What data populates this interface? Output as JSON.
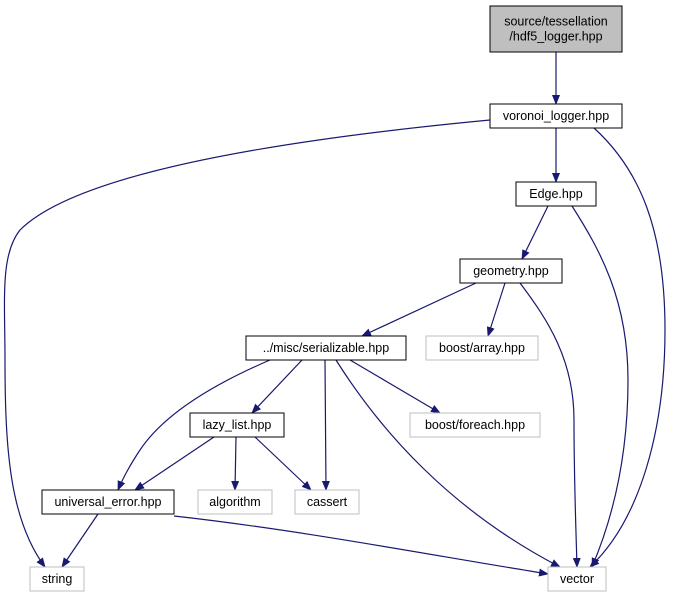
{
  "colors": {
    "edge": "#191970",
    "root_fill": "#bfbfbf",
    "root_stroke": "#000000",
    "local_stroke": "#000000",
    "external_stroke": "#bfbfbf",
    "background": "#ffffff"
  },
  "nodes": [
    {
      "id": "root",
      "kind": "root",
      "lines": [
        "source/tessellation",
        "/hdf5_logger.hpp"
      ]
    },
    {
      "id": "voronoi_logger",
      "kind": "local",
      "lines": [
        "voronoi_logger.hpp"
      ]
    },
    {
      "id": "edge",
      "kind": "local",
      "lines": [
        "Edge.hpp"
      ]
    },
    {
      "id": "geometry",
      "kind": "local",
      "lines": [
        "geometry.hpp"
      ]
    },
    {
      "id": "serializable",
      "kind": "local",
      "lines": [
        "../misc/serializable.hpp"
      ]
    },
    {
      "id": "boost_array",
      "kind": "external",
      "lines": [
        "boost/array.hpp"
      ]
    },
    {
      "id": "lazy_list",
      "kind": "local",
      "lines": [
        "lazy_list.hpp"
      ]
    },
    {
      "id": "boost_foreach",
      "kind": "external",
      "lines": [
        "boost/foreach.hpp"
      ]
    },
    {
      "id": "universal_error",
      "kind": "local",
      "lines": [
        "universal_error.hpp"
      ]
    },
    {
      "id": "algorithm",
      "kind": "external",
      "lines": [
        "algorithm"
      ]
    },
    {
      "id": "cassert",
      "kind": "external",
      "lines": [
        "cassert"
      ]
    },
    {
      "id": "string",
      "kind": "external",
      "lines": [
        "string"
      ]
    },
    {
      "id": "vector",
      "kind": "external",
      "lines": [
        "vector"
      ]
    }
  ],
  "edges": [
    {
      "from": "root",
      "to": "voronoi_logger"
    },
    {
      "from": "voronoi_logger",
      "to": "edge"
    },
    {
      "from": "voronoi_logger",
      "to": "string"
    },
    {
      "from": "voronoi_logger",
      "to": "vector"
    },
    {
      "from": "edge",
      "to": "geometry"
    },
    {
      "from": "edge",
      "to": "vector"
    },
    {
      "from": "geometry",
      "to": "serializable"
    },
    {
      "from": "geometry",
      "to": "boost_array"
    },
    {
      "from": "geometry",
      "to": "vector"
    },
    {
      "from": "serializable",
      "to": "lazy_list"
    },
    {
      "from": "serializable",
      "to": "boost_foreach"
    },
    {
      "from": "serializable",
      "to": "universal_error"
    },
    {
      "from": "serializable",
      "to": "cassert"
    },
    {
      "from": "serializable",
      "to": "vector"
    },
    {
      "from": "lazy_list",
      "to": "universal_error"
    },
    {
      "from": "lazy_list",
      "to": "algorithm"
    },
    {
      "from": "lazy_list",
      "to": "cassert"
    },
    {
      "from": "universal_error",
      "to": "string"
    },
    {
      "from": "universal_error",
      "to": "vector"
    }
  ]
}
